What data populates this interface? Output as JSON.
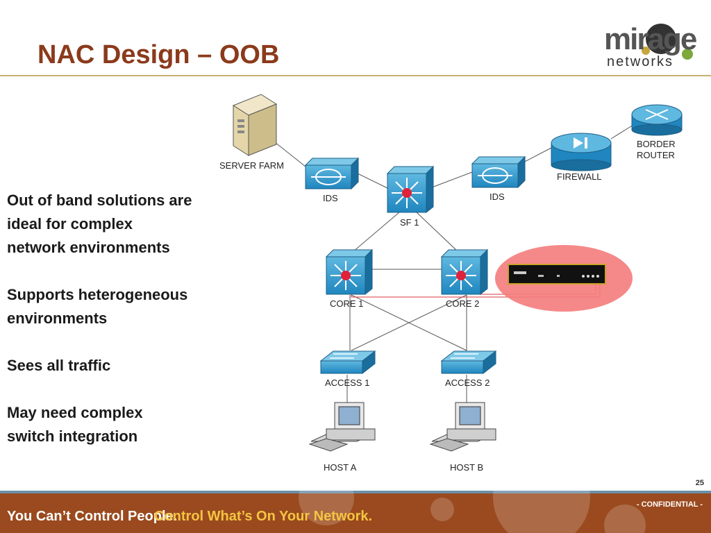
{
  "slide": {
    "title": "NAC Design – OOB",
    "page_number": "25"
  },
  "logo": {
    "wordmark": "mirage",
    "subtitle": "networks"
  },
  "bullets": [
    "Out of band solutions are ideal for complex network environments",
    "Supports heterogeneous environments",
    "Sees all traffic",
    "May need complex switch integration"
  ],
  "diagram": {
    "nodes": {
      "server_farm": "SERVER FARM",
      "ids_left": "IDS",
      "sf1": "SF 1",
      "ids_right": "IDS",
      "firewall": "FIREWALL",
      "border_router": "BORDER\nROUTER",
      "border_router_line1": "BORDER",
      "border_router_line2": "ROUTER",
      "core1": "CORE 1",
      "core2": "CORE 2",
      "access1": "ACCESS 1",
      "access2": "ACCESS 2",
      "host_a": "HOST A",
      "host_b": "HOST B"
    },
    "appliance_highlight_color": "#f47c7c"
  },
  "footer": {
    "tagline_part1": "You Can’t Control People.",
    "tagline_part2": "Control What’s On Your Network.",
    "confidential": "- CONFIDENTIAL -"
  }
}
